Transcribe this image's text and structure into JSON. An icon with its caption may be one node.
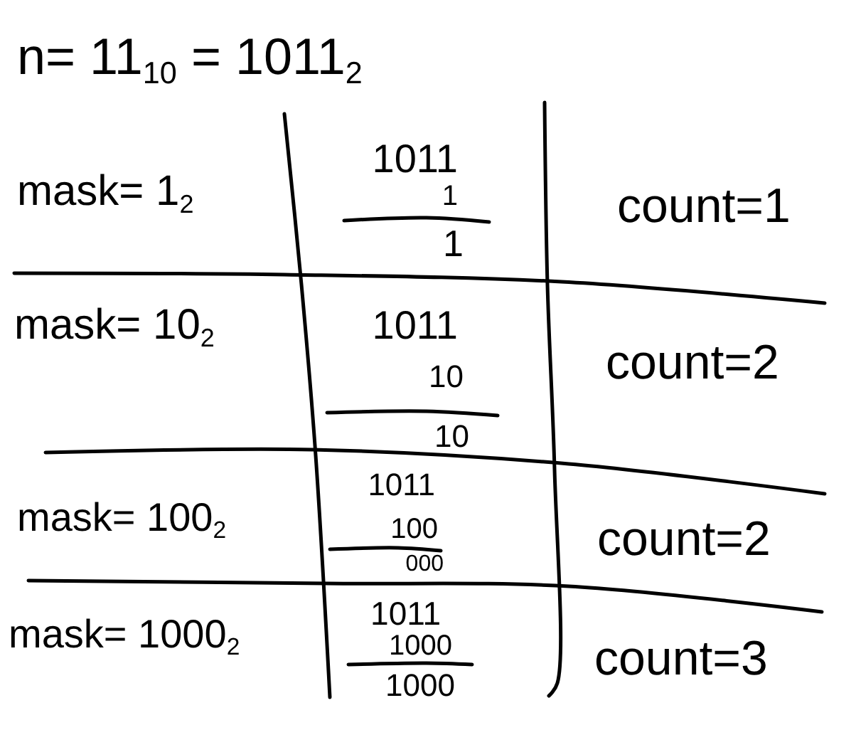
{
  "diagram": {
    "title": "n= 11$_{10}$ = 1011$_{2}$",
    "labels": [
      "mask= 1$_{2}$",
      "1011",
      "1",
      "1",
      "count=1",
      "mask= 10$_{2}$",
      "1011",
      "10",
      "10",
      "count=2",
      "mask= 100$_{2}$",
      "1011",
      "100",
      "000",
      "count=2",
      "mask= 1000$_{2}$",
      "1011",
      "1000",
      "1000",
      "count=3"
    ]
  }
}
